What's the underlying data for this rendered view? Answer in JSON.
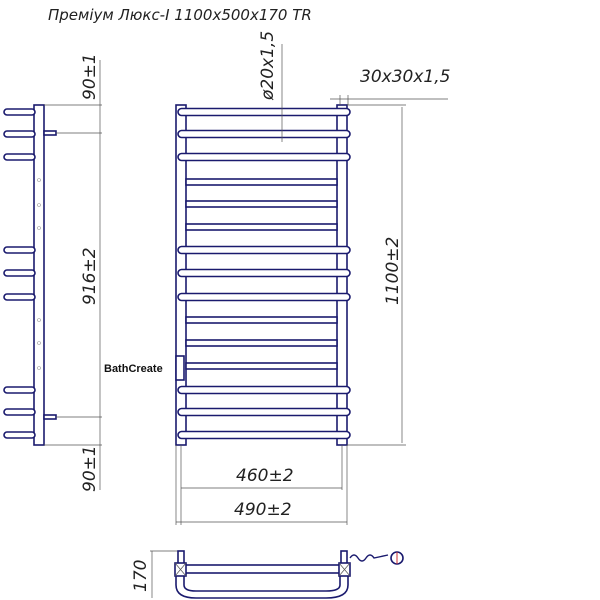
{
  "title": "Преміум Люкс-I 1100x500x170 TR",
  "brand": "BathCreate",
  "dimensions": {
    "top_offset": "90±1",
    "bottom_offset": "90±1",
    "center_distance": "916±2",
    "height": "1100±2",
    "tube_diameter": "ø20x1,5",
    "profile": "30x30x1,5",
    "inner_width": "460±2",
    "outer_width": "490±2",
    "depth": "170"
  },
  "colors": {
    "tube": "#1a1a6e",
    "line": "#555555"
  }
}
